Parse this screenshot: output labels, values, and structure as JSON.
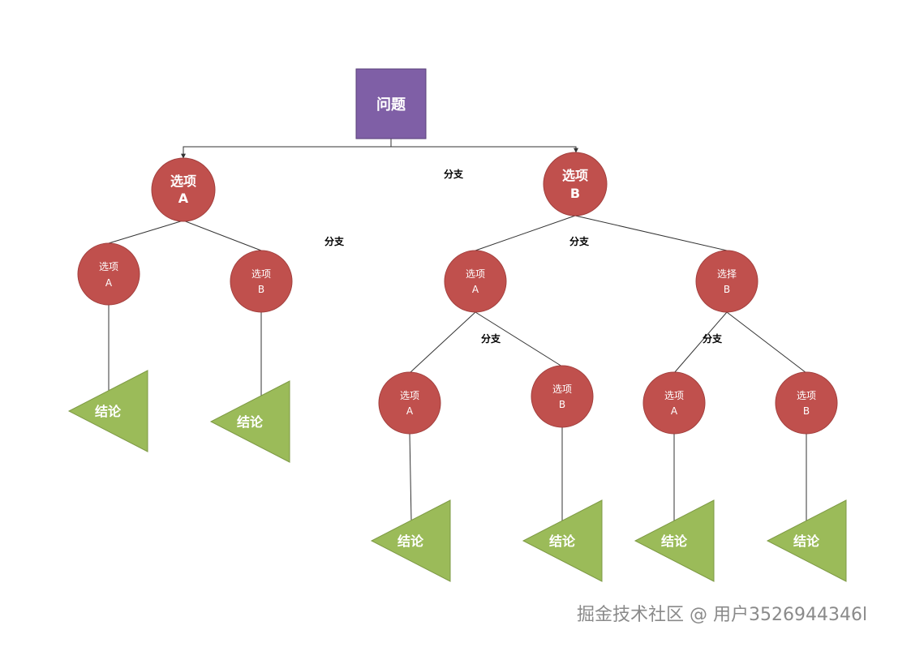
{
  "colors": {
    "root_fill": "#7f5fa6",
    "node_fill": "#c0504d",
    "leaf_fill": "#9bbb59",
    "edge": "#333333"
  },
  "root": {
    "label": "问题"
  },
  "branch_labels": {
    "top": "分支",
    "left": "分支",
    "right": "分支",
    "right_left": "分支",
    "right_right": "分支"
  },
  "level1": [
    {
      "line1": "选项",
      "line2": "A"
    },
    {
      "line1": "选项",
      "line2": "B"
    }
  ],
  "level2": [
    {
      "line1": "选项",
      "line2": "A"
    },
    {
      "line1": "选项",
      "line2": "B"
    },
    {
      "line1": "选项",
      "line2": "A"
    },
    {
      "line1": "选择",
      "line2": "B"
    }
  ],
  "level3": [
    {
      "line1": "选项",
      "line2": "A"
    },
    {
      "line1": "选项",
      "line2": "B"
    },
    {
      "line1": "选项",
      "line2": "A"
    },
    {
      "line1": "选项",
      "line2": "B"
    }
  ],
  "conclusions": [
    "结论",
    "结论",
    "结论",
    "结论",
    "结论",
    "结论"
  ],
  "watermark": "掘金技术社区 @ 用户3526944346l"
}
